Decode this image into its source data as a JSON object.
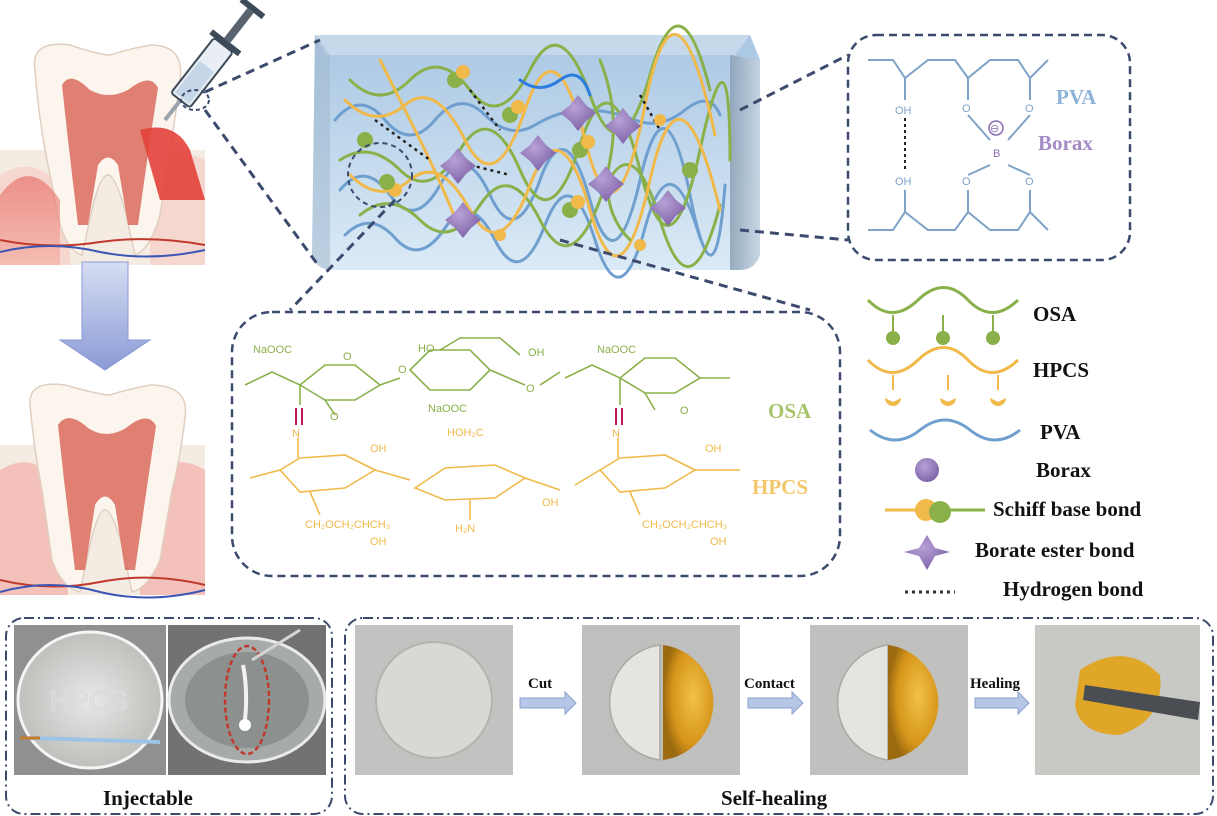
{
  "colors": {
    "osa": "#8ab04a",
    "hpcs": "#f0b94a",
    "pva": "#6f9fcf",
    "borax": "#8a6fb0",
    "gel_yellow": "#d79a1c",
    "frame": "#3c4a6e"
  },
  "pva_borax_inset": {
    "pva_label": "PVA",
    "borax_label": "Borax",
    "oh_top": "OH",
    "oh_bottom": "OH",
    "o1": "O",
    "o2": "O",
    "o3": "O",
    "o4": "O",
    "boron": "B",
    "charge": "⊖"
  },
  "chem_inset": {
    "osa_label": "OSA",
    "hpcs_label": "HPCS",
    "naooc1": "NaOOC",
    "naooc2": "NaOOC",
    "naooc3": "NaOOC",
    "ho": "HO",
    "oh1": "OH",
    "o_a": "O",
    "o_b": "O",
    "o_c": "O",
    "o_d": "O",
    "o_e": "O",
    "n1": "N",
    "n2": "N",
    "hpcs_oh1": "OH",
    "hpcs_hoh2c": "HOH₂C",
    "hpcs_oh2": "OH",
    "hpcs_oh3": "OH",
    "hpcs_sub1": "CH₂OCH₂CHCH₃",
    "hpcs_sub1_oh": "OH",
    "hpcs_sub2": "CH₂OCH₂CHCH₃",
    "hpcs_sub2_oh": "OH",
    "hpcs_nh2": "H₂N"
  },
  "legend": {
    "osa": "OSA",
    "hpcs": "HPCS",
    "pva": "PVA",
    "borax": "Borax",
    "schiff": "Schiff base bond",
    "borate": "Borate ester bond",
    "hbond": "Hydrogen bond"
  },
  "bottom": {
    "injectable_caption": "Injectable",
    "selfhealing_caption": "Self-healing",
    "cut": "Cut",
    "contact": "Contact",
    "healing": "Healing",
    "dish_text": "HPCS"
  }
}
